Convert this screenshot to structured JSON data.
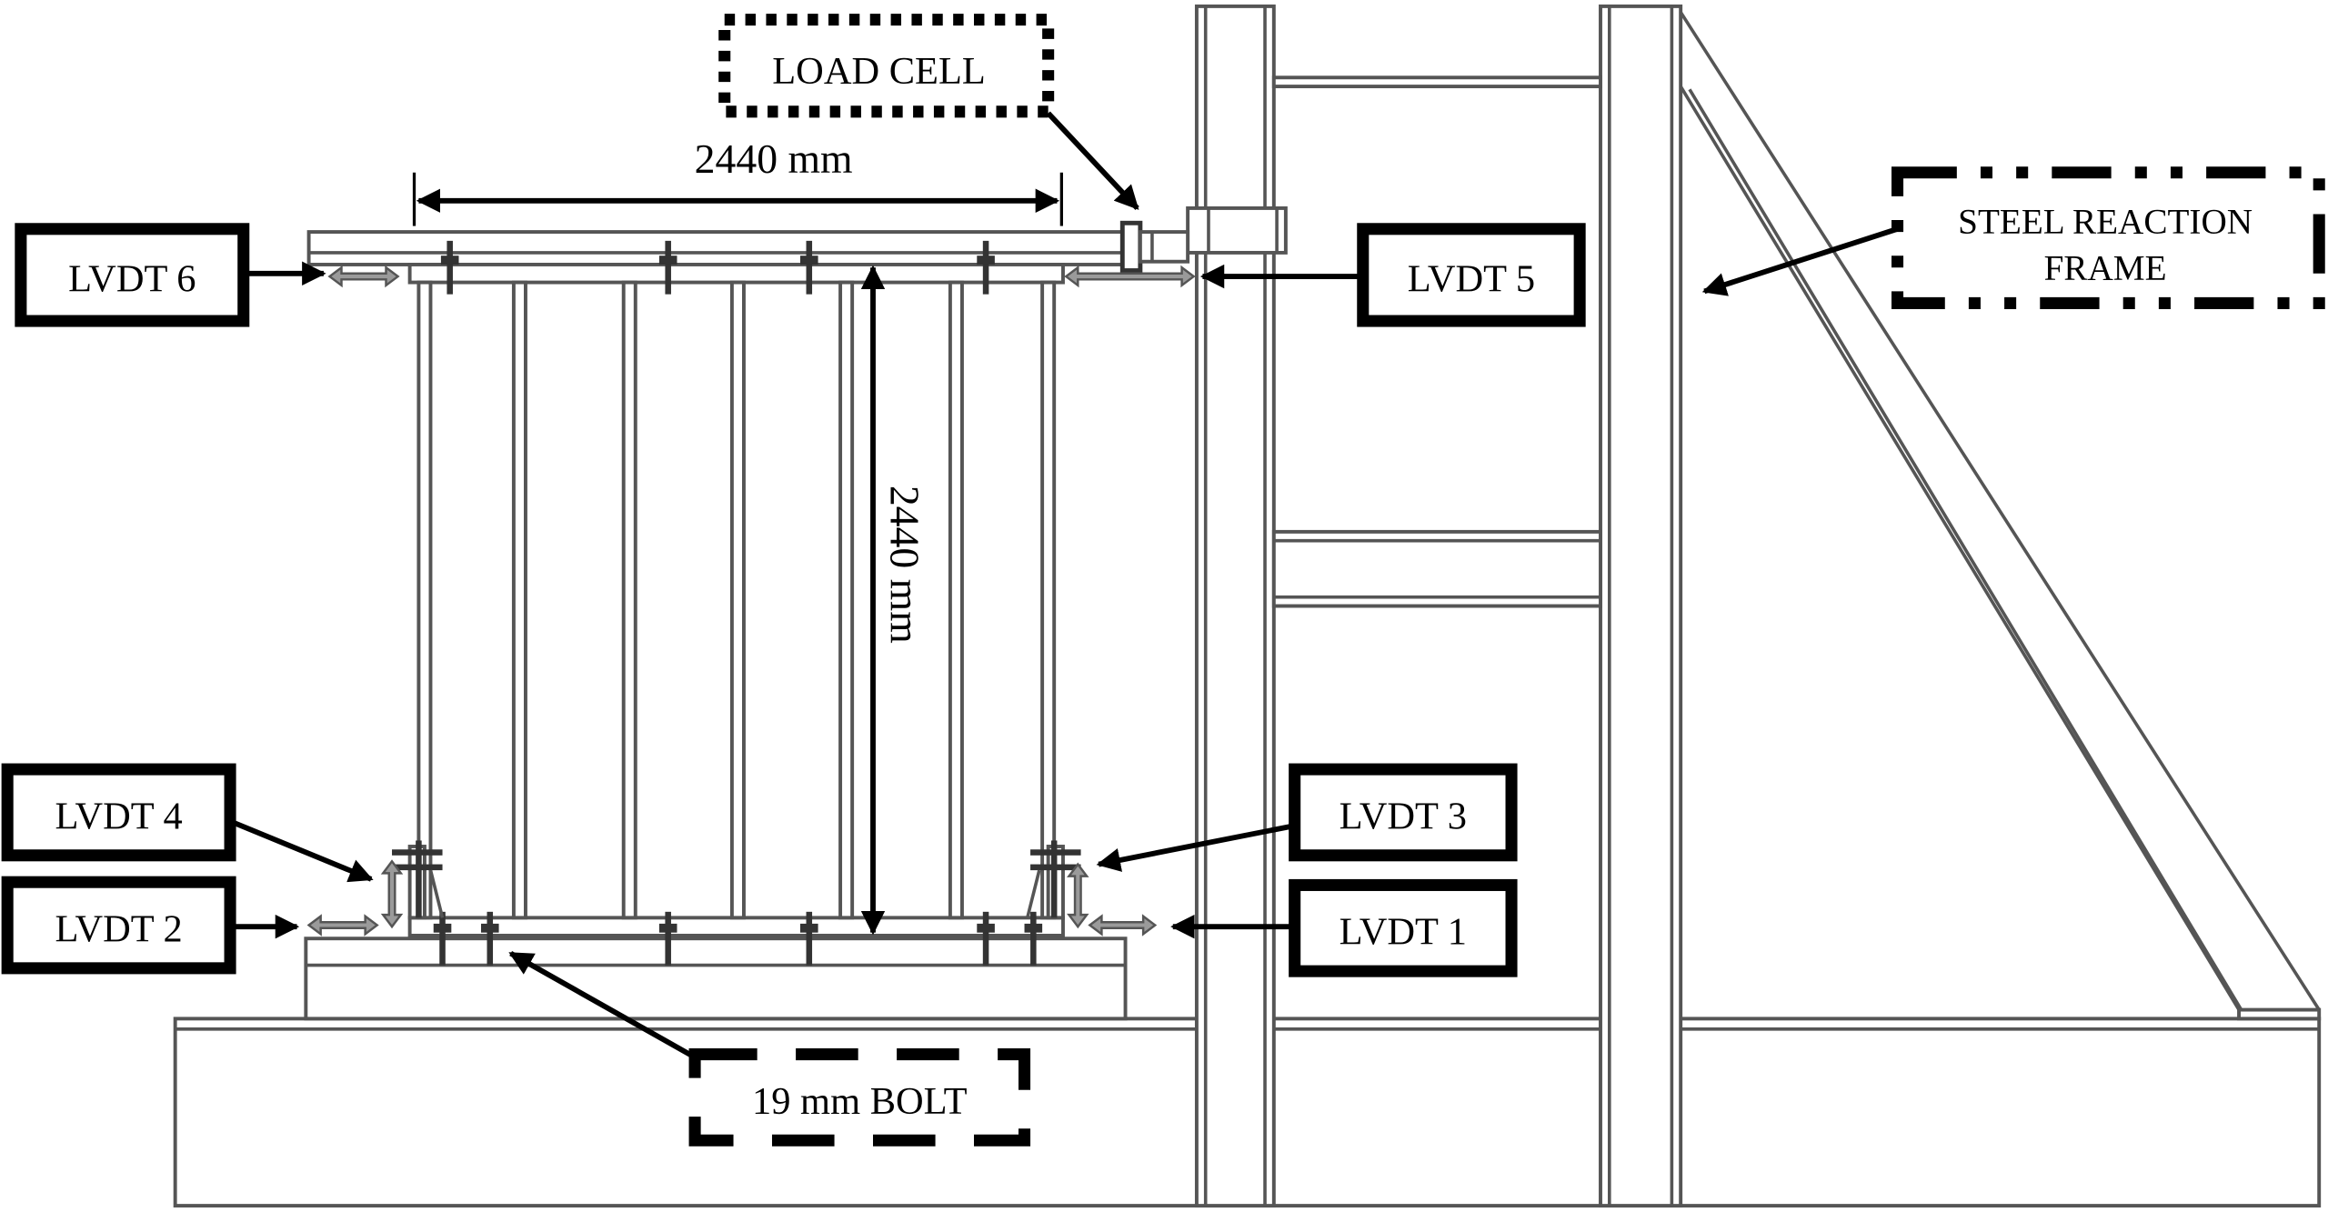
{
  "labels": {
    "load_cell": "LOAD CELL",
    "lvdt_6": "LVDT 6",
    "lvdt_5": "LVDT 5",
    "lvdt_4": "LVDT 4",
    "lvdt_3": "LVDT 3",
    "lvdt_2": "LVDT 2",
    "lvdt_1": "LVDT 1",
    "reaction_frame_line1": "STEEL REACTION",
    "reaction_frame_line2": "FRAME",
    "bolt": "19 mm BOLT"
  },
  "dimensions": {
    "width": "2440 mm",
    "height": "2440 mm"
  },
  "colors": {
    "structure_line": "#555555",
    "lvdt_fill": "#9a9a9a",
    "arrow": "#000000",
    "background": "#ffffff"
  }
}
